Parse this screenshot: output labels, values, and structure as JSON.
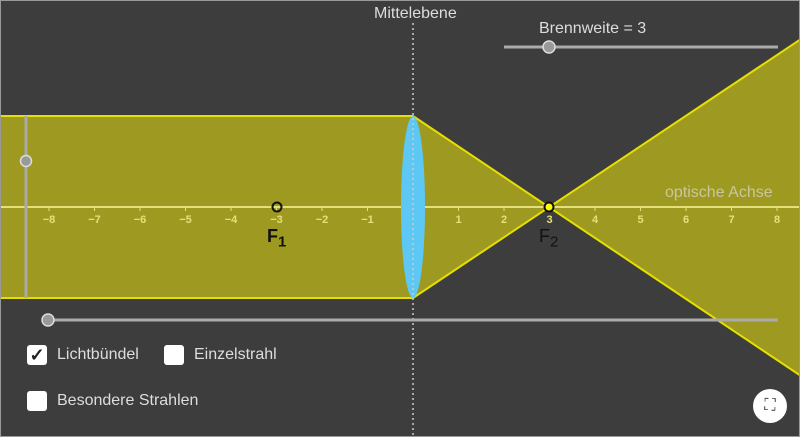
{
  "labels": {
    "mid_plane": "Mittelebene",
    "axis": "optische Achse",
    "f1": "F",
    "f1_sub": "1",
    "f2": "F",
    "f2_sub": "2"
  },
  "slider_focal": {
    "label": "Brennweite = 3",
    "value": 3
  },
  "checkboxes": [
    {
      "label": "Lichtbündel",
      "checked": true
    },
    {
      "label": "Einzelstrahl",
      "checked": false
    },
    {
      "label": "Besondere Strahlen",
      "checked": false
    }
  ],
  "axis_ticks": [
    "−8",
    "−7",
    "−6",
    "−5",
    "−4",
    "−3",
    "−2",
    "−1",
    "1",
    "2",
    "3",
    "4",
    "5",
    "6",
    "7",
    "8"
  ],
  "colors": {
    "background": "#3d3d3d",
    "beam": "#9e9a21",
    "lens": "#5ec8f5",
    "axis": "#e4e07a"
  },
  "fullscreen_icon": "fullscreen-icon"
}
